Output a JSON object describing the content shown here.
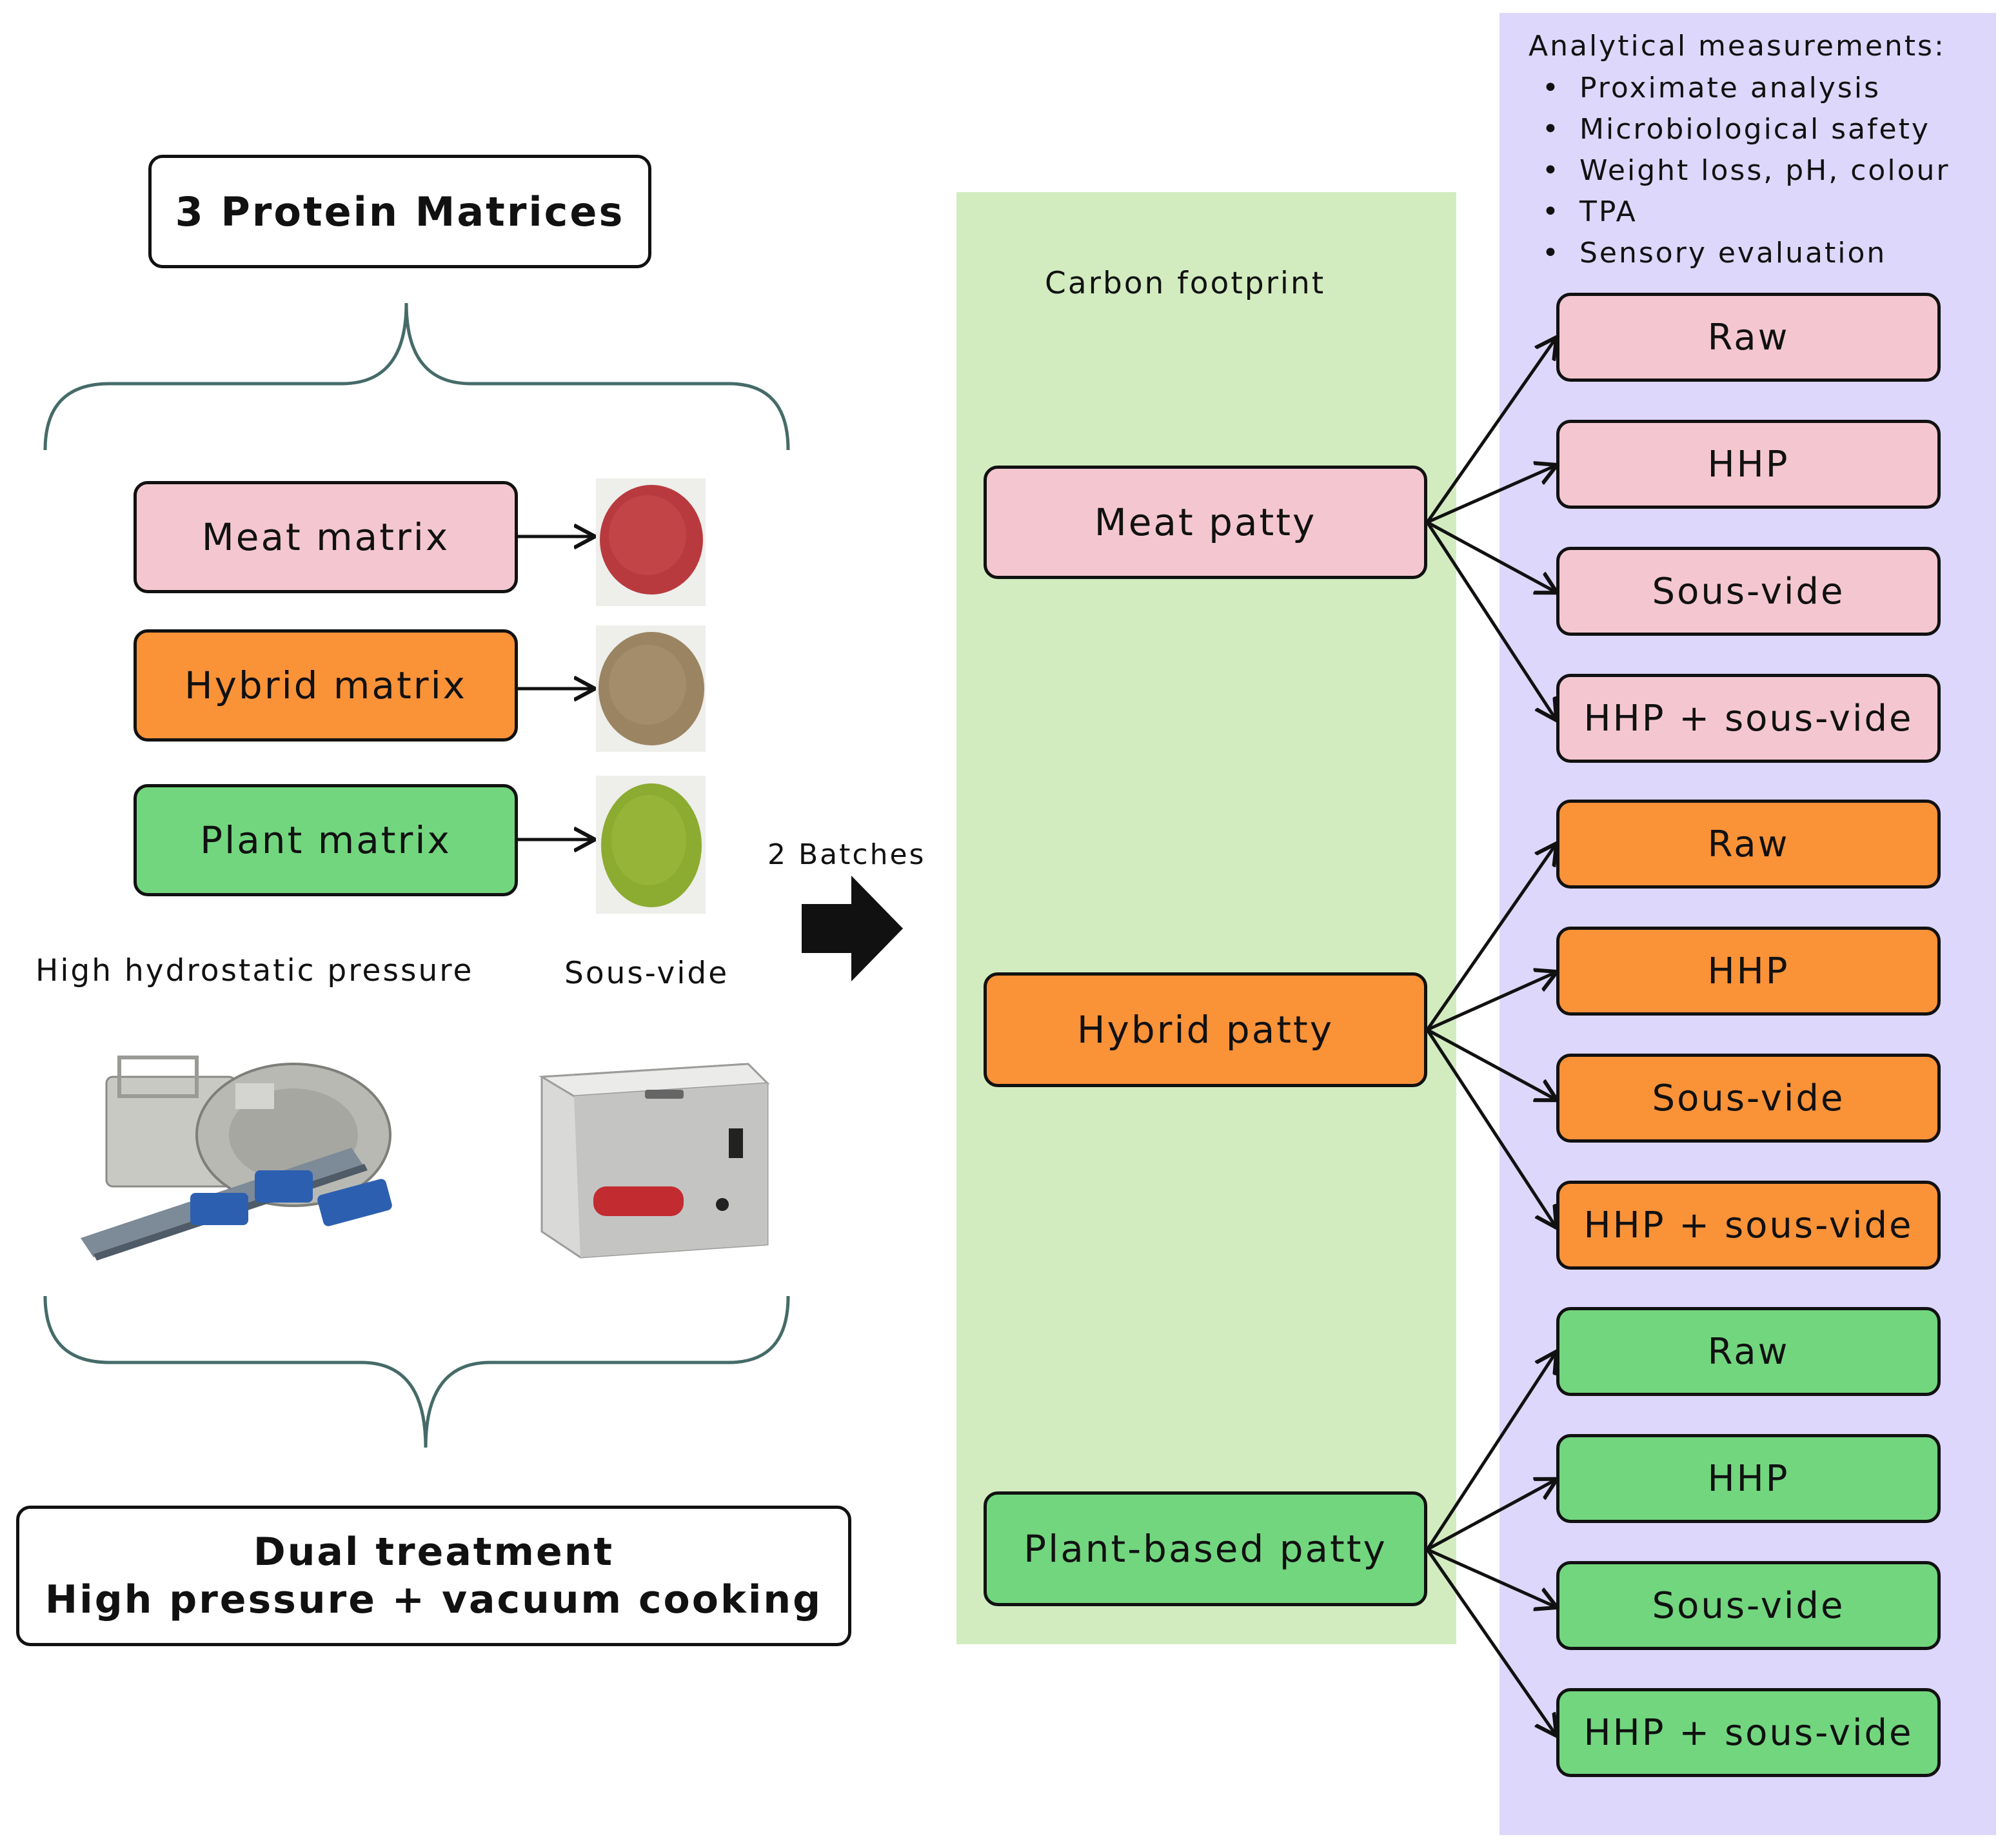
{
  "left": {
    "title": "3 Protein Matrices",
    "matrices": [
      {
        "label": "Meat matrix",
        "color": "#f4c7d0",
        "photo": "raw-meat-patty-photo"
      },
      {
        "label": "Hybrid matrix",
        "color": "#fa9238",
        "photo": "hybrid-patty-photo"
      },
      {
        "label": "Plant matrix",
        "color": "#72d67f",
        "photo": "plant-patty-photo"
      }
    ],
    "hhp_label": "High hydrostatic pressure",
    "sousvide_label": "Sous-vide",
    "dual_line1": "Dual treatment",
    "dual_line2": "High pressure + vacuum cooking"
  },
  "arrow_label": "2 Batches",
  "middle": {
    "title": "Carbon footprint",
    "patties": [
      {
        "label": "Meat patty",
        "color": "#f4c7d0"
      },
      {
        "label": "Hybrid patty",
        "color": "#fa9238"
      },
      {
        "label": "Plant-based patty",
        "color": "#72d67f"
      }
    ]
  },
  "right": {
    "title": "Analytical measurements:",
    "measurements": [
      "Proximate analysis",
      "Microbiological safety",
      "Weight loss, pH, colour",
      "TPA",
      "Sensory evaluation"
    ],
    "treatments": [
      "Raw",
      "HHP",
      "Sous-vide",
      "HHP + sous-vide"
    ]
  },
  "colors": {
    "green_panel": "#d2ecc0",
    "purple_panel": "#ddd7fb",
    "pink": "#f4c7d0",
    "orange": "#fa9238",
    "green": "#72d67f",
    "brace": "#456b68"
  }
}
